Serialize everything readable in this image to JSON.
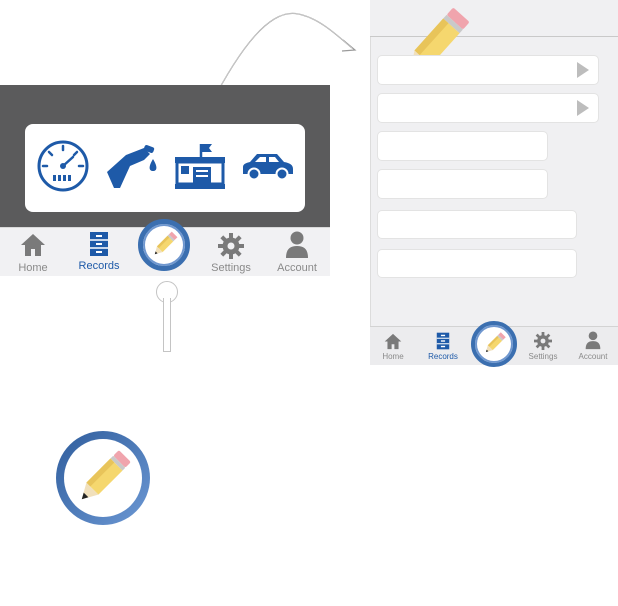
{
  "tabs": [
    {
      "key": "home",
      "label": "Home",
      "icon": "home-icon"
    },
    {
      "key": "records",
      "label": "Records",
      "icon": "file-cabinet-icon",
      "active": true
    },
    {
      "key": "add",
      "label": "",
      "icon": "pencil-icon"
    },
    {
      "key": "settings",
      "label": "Settings",
      "icon": "gear-icon"
    },
    {
      "key": "account",
      "label": "Account",
      "icon": "person-icon"
    }
  ],
  "record_categories": [
    {
      "icon": "speedometer-icon"
    },
    {
      "icon": "fuel-pump-icon"
    },
    {
      "icon": "service-station-icon"
    },
    {
      "icon": "car-icon"
    }
  ],
  "colors": {
    "accent": "#1e5aa8",
    "dark_panel": "#5b5b5c",
    "ring": "#3b6fb0",
    "pencil_yellow": "#f5d76e",
    "eraser_pink": "#f0a4ad"
  }
}
